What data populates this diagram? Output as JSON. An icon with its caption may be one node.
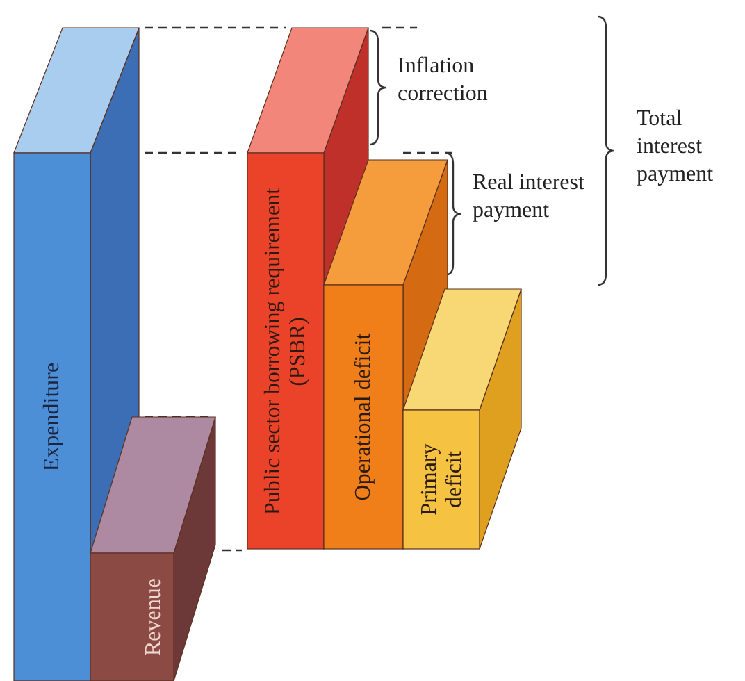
{
  "diagram": {
    "nodes": [
      {
        "text": [
          "Expenditure"
        ]
      },
      {
        "text": [
          "Revenue"
        ]
      },
      {
        "text": [
          "Public sector borrowing requirement (PSBR)"
        ]
      },
      {
        "text": [
          "Operational deficit"
        ]
      },
      {
        "text": [
          "Primary deficit"
        ]
      }
    ],
    "labels": [
      "Inflation correction",
      "Real interest payment",
      "Total interest payment"
    ]
  }
}
